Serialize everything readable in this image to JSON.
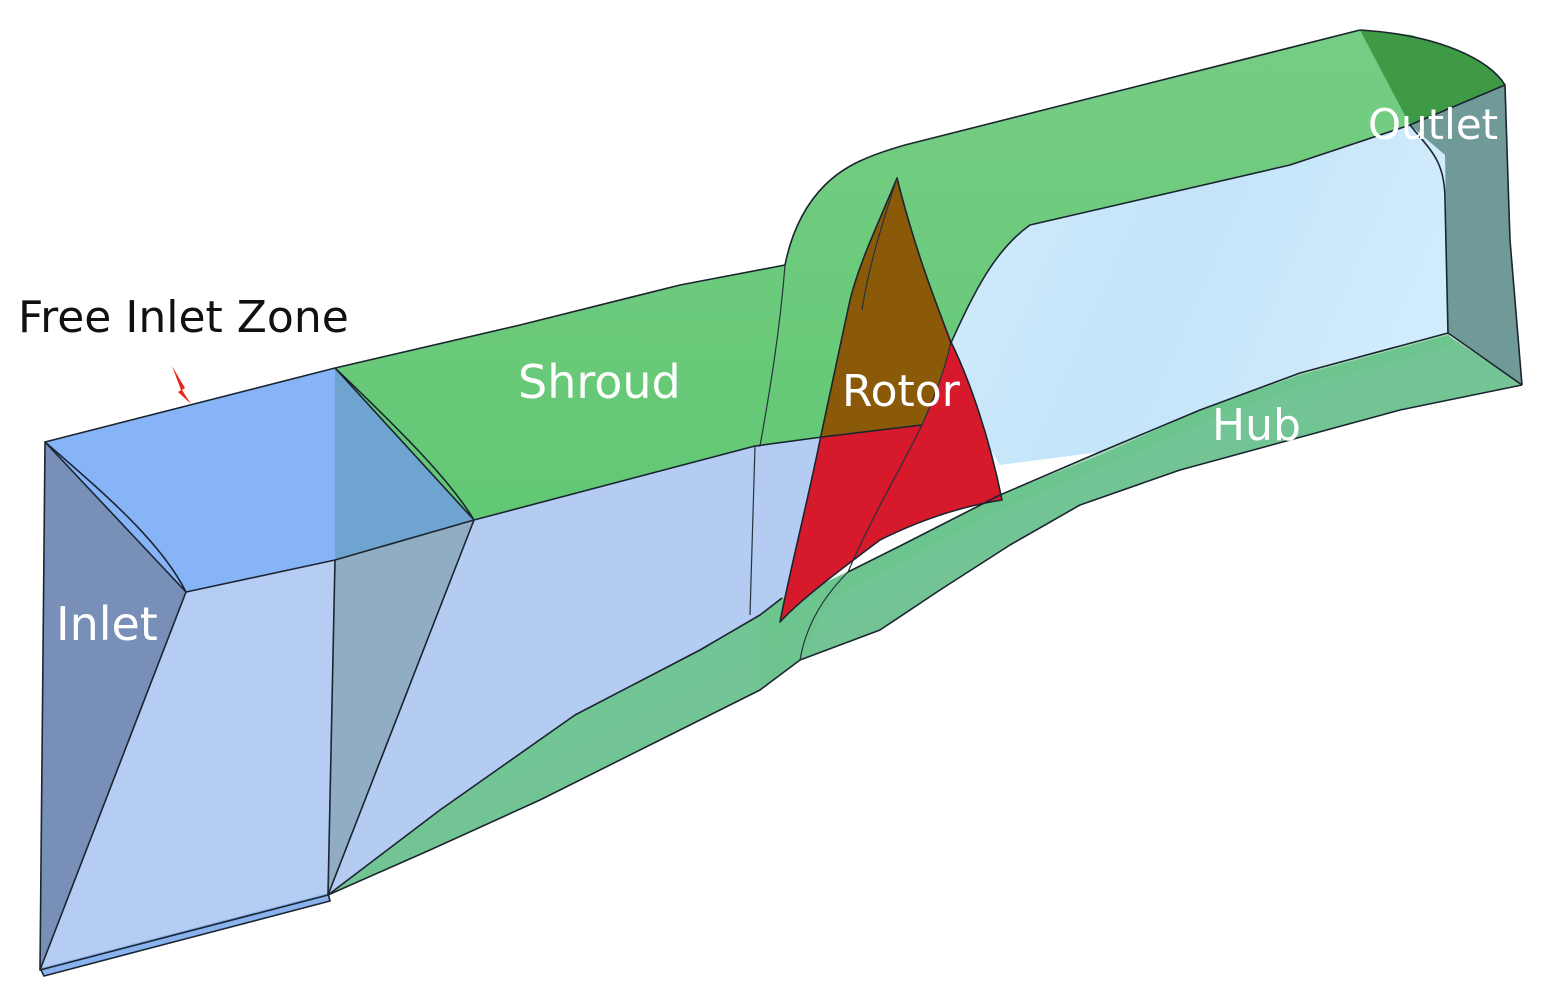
{
  "labels": {
    "free_inlet_zone": "Free Inlet Zone",
    "inlet": "Inlet",
    "shroud": "Shroud",
    "rotor": "Rotor",
    "hub": "Hub",
    "outlet": "Outlet"
  },
  "colors": {
    "callout_text": "#111111",
    "label_text": "#ffffff",
    "arrow": "#e8281e",
    "free_inlet_top": "#86b4f6",
    "inlet_face": "#7890b8",
    "interior": "#b4cbf2",
    "shroud": "#6ccf7c",
    "hub": "#72c48e",
    "hub_lower": "#7cc49a",
    "outlet_face": "#6f9a98",
    "outlet_cap": "#3f9a45",
    "rotor": "#d61a2c",
    "rotor_overlap": "#8a5a08",
    "hub_inner": "#c8e6fa"
  }
}
